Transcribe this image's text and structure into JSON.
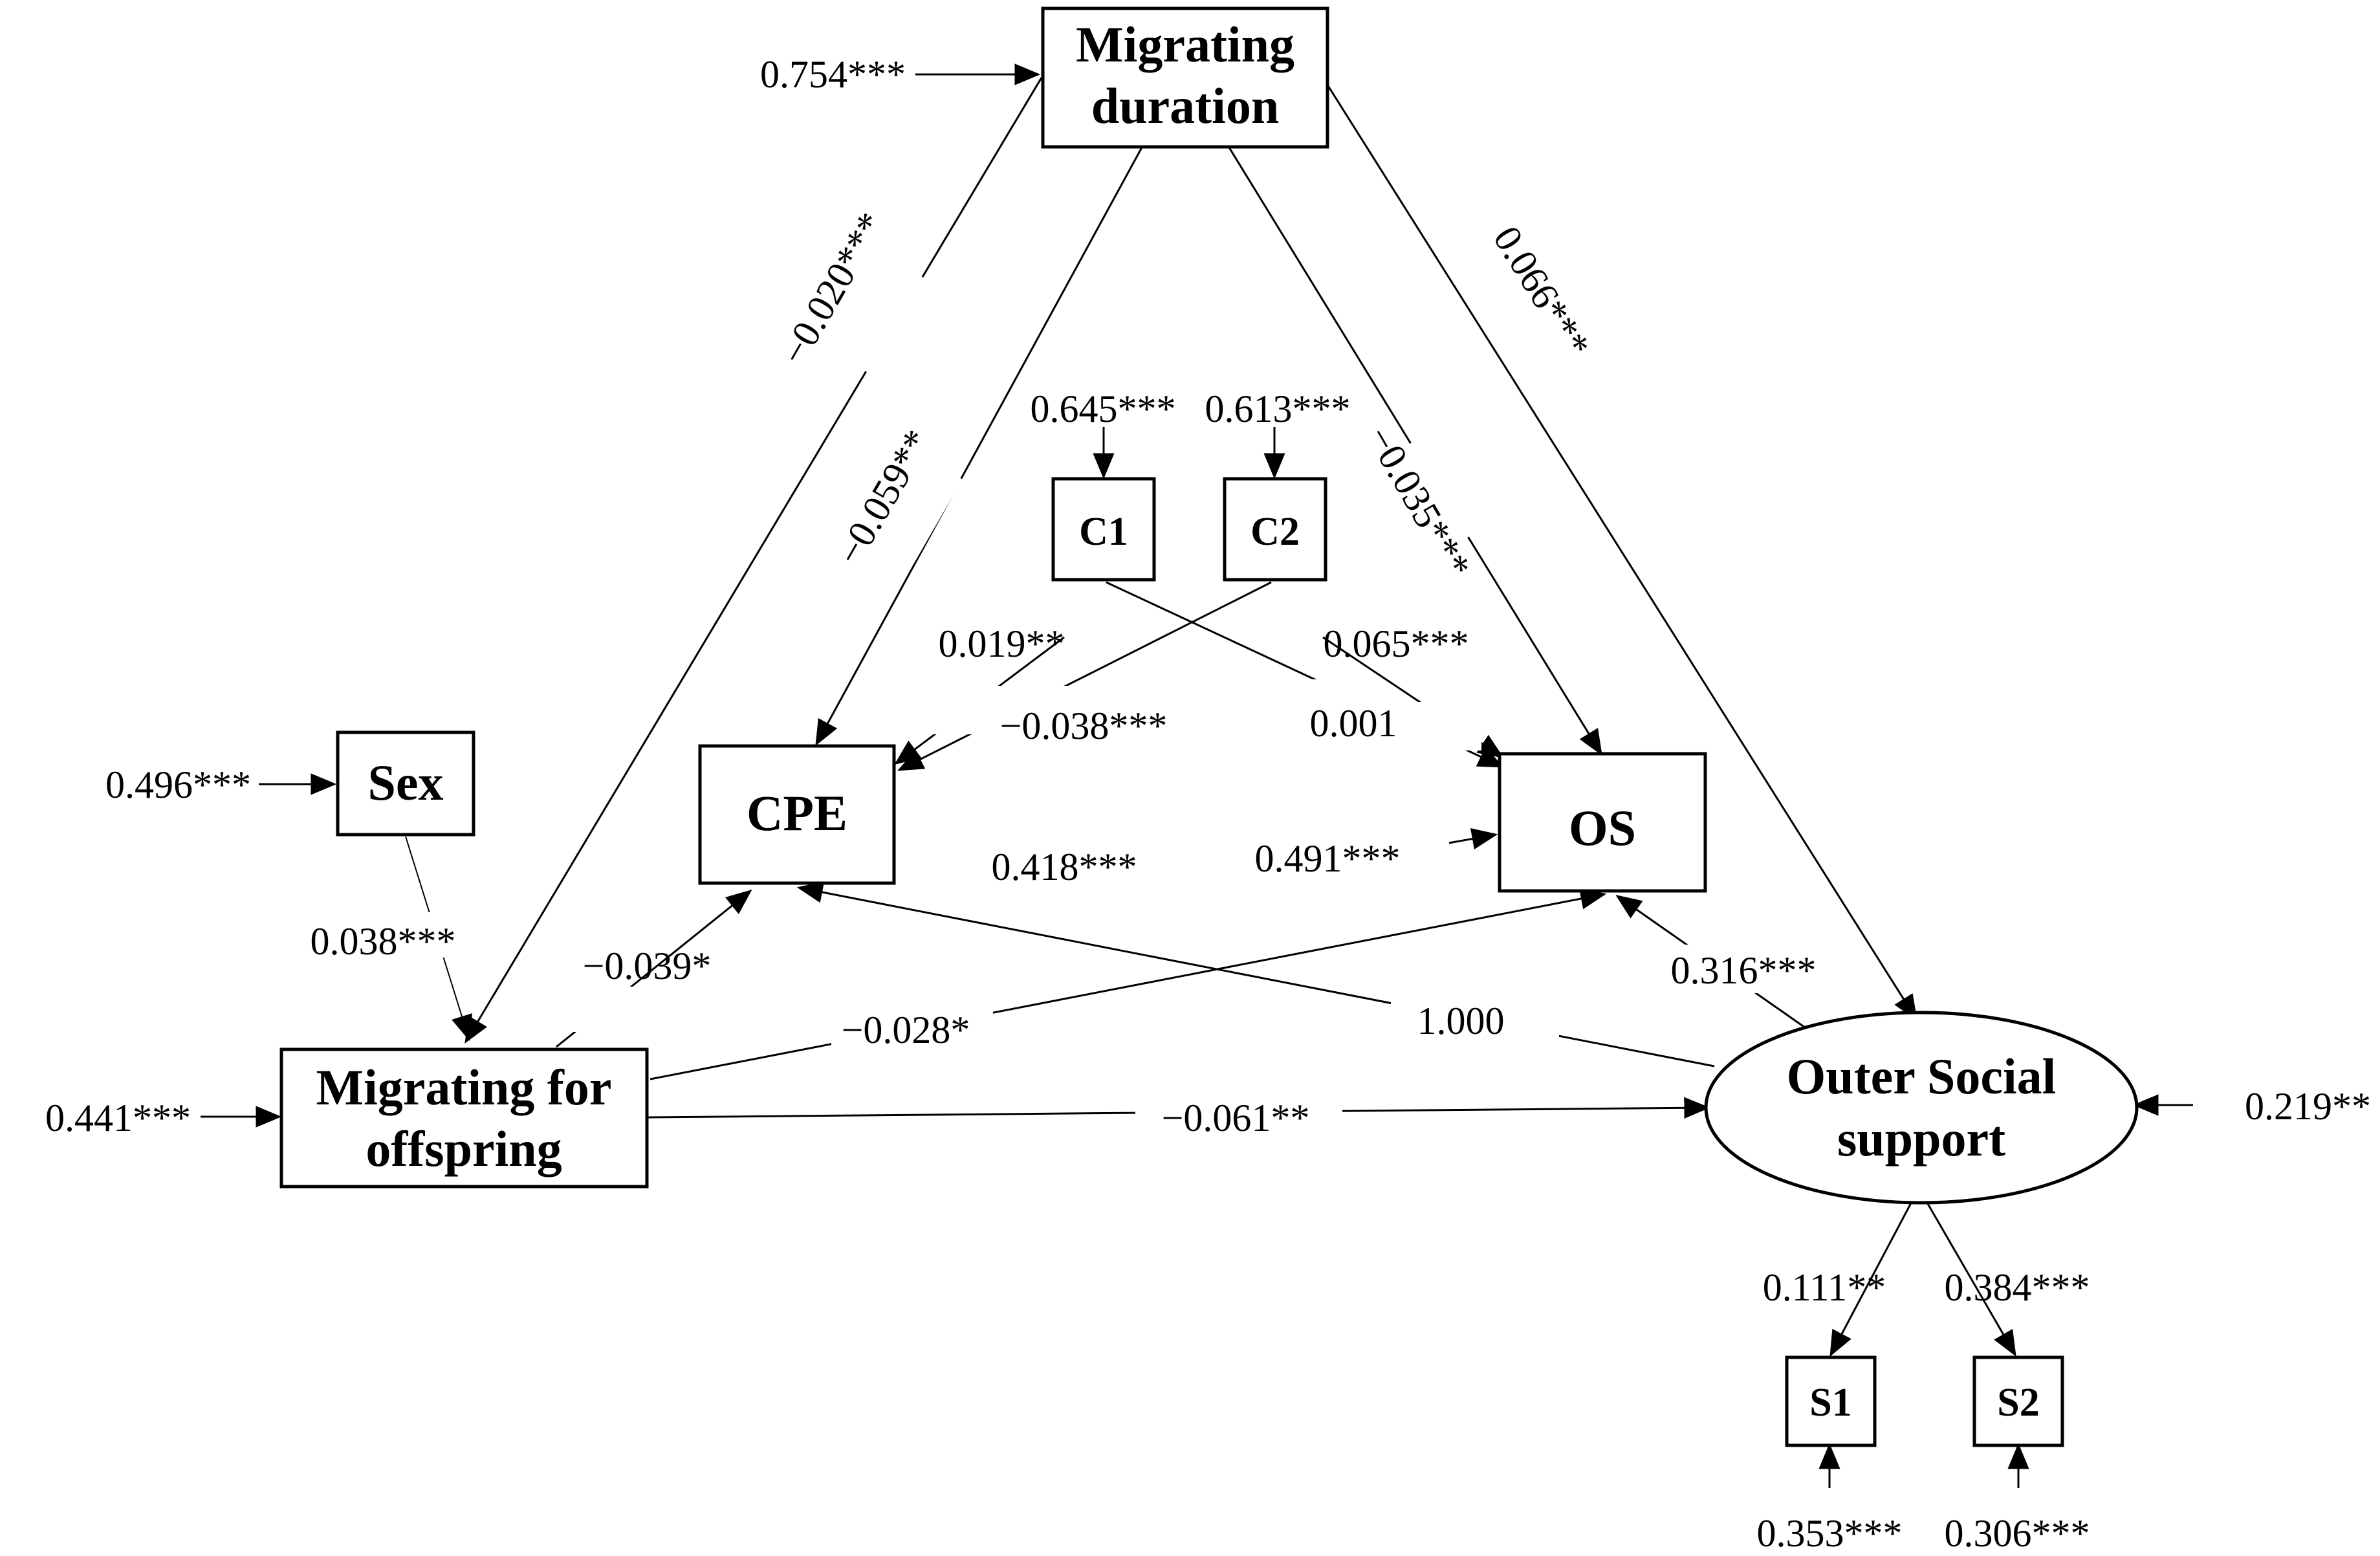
{
  "nodes": {
    "migrating_duration": {
      "line1": "Migrating",
      "line2": "duration"
    },
    "sex": {
      "label": "Sex"
    },
    "cpe": {
      "label": "CPE"
    },
    "os": {
      "label": "OS"
    },
    "c1": {
      "label": "C1"
    },
    "c2": {
      "label": "C2"
    },
    "migrating_offspring": {
      "line1": "Migrating for",
      "line2": "offspring"
    },
    "outer_social_support": {
      "line1": "Outer Social",
      "line2": "support"
    },
    "s1": {
      "label": "S1"
    },
    "s2": {
      "label": "S2"
    }
  },
  "coefficients": {
    "err_migrating_duration": "0.754***",
    "md_to_mfo": "−0.020***",
    "md_to_cpe": "−0.059**",
    "md_to_os": "−0.035***",
    "md_to_oss": "0.066***",
    "err_c1": "0.645***",
    "err_c2": "0.613***",
    "c1_to_cpe": "0.019**",
    "c2_to_os": "0.065***",
    "c2_to_cpe": "−0.038***",
    "c1_to_os": "0.001",
    "err_sex": "0.496***",
    "sex_to_mfo": "0.038***",
    "err_cpe": "0.418***",
    "err_os": "0.491***",
    "mfo_to_cpe": "−0.039*",
    "mfo_to_os": "−0.028*",
    "oss_to_cpe": "1.000",
    "oss_to_os": "0.316***",
    "err_mfo": "0.441***",
    "mfo_to_oss": "−0.061**",
    "err_oss": "0.219**",
    "oss_to_s1": "0.111**",
    "oss_to_s2": "0.384***",
    "err_s1": "0.353***",
    "err_s2": "0.306***"
  }
}
